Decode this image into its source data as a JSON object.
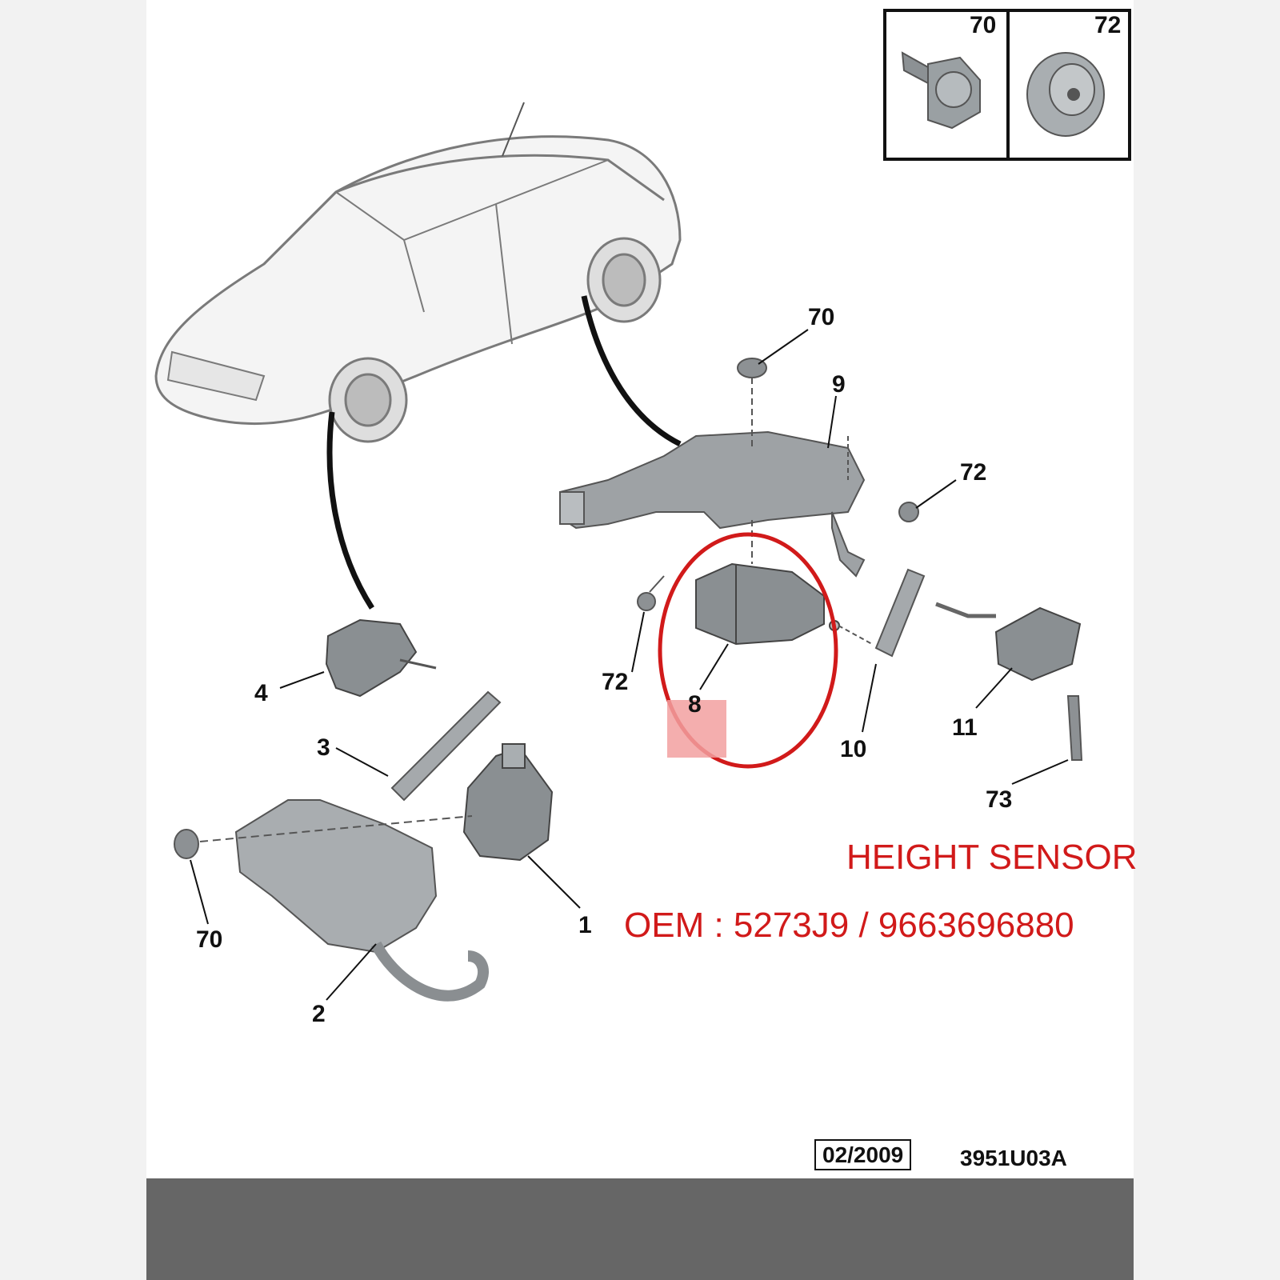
{
  "diagram": {
    "inset_labels": [
      "70",
      "72"
    ],
    "callouts": {
      "c70_top": "70",
      "c9": "9",
      "c72_right": "72",
      "c72_left": "72",
      "c8": "8",
      "c10": "10",
      "c11": "11",
      "c73": "73",
      "c4": "4",
      "c3": "3",
      "c1": "1",
      "c70_bottom": "70",
      "c2": "2"
    },
    "annotation": {
      "title": "HEIGHT SENSOR",
      "oem": "OEM : 5273J9 / 9663696880"
    },
    "footer": {
      "date": "02/2009",
      "ref": "3951U03A"
    },
    "colors": {
      "annotation": "#d11a1a",
      "highlight": "#f2a0a0",
      "footer_bar": "#666666"
    }
  }
}
